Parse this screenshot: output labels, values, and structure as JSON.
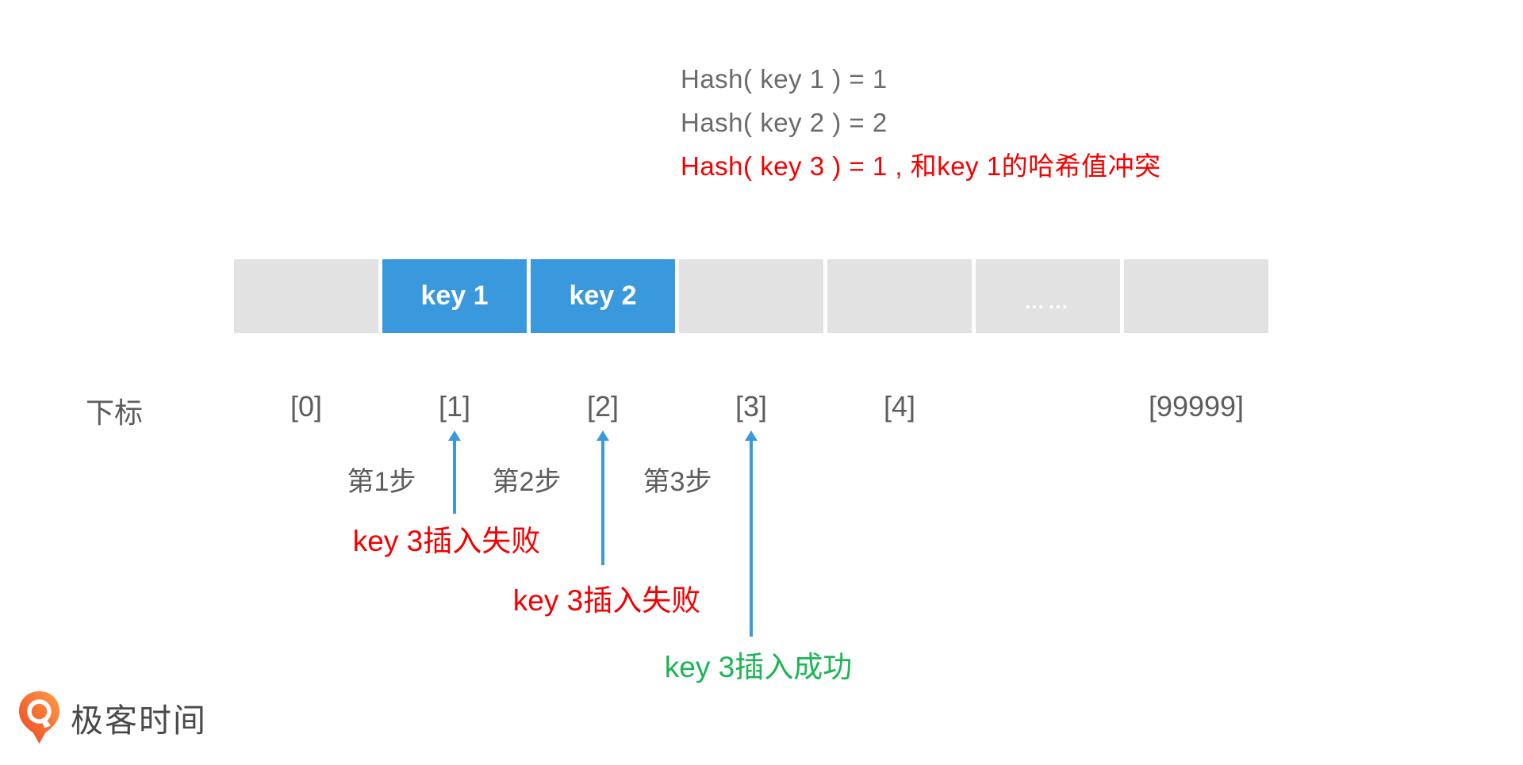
{
  "hash_lines": [
    {
      "text": "Hash( key 1 ) = 1"
    },
    {
      "text": "Hash( key 2 ) = 2"
    },
    {
      "text": "Hash( key 3 ) = 1 , 和key 1的哈希值冲突"
    }
  ],
  "array": {
    "cells": [
      {
        "label": "",
        "type": "empty"
      },
      {
        "label": "key 1",
        "type": "filled"
      },
      {
        "label": "key 2",
        "type": "filled"
      },
      {
        "label": "",
        "type": "empty"
      },
      {
        "label": "",
        "type": "empty"
      },
      {
        "label": "……",
        "type": "ellipsis"
      },
      {
        "label": "",
        "type": "empty"
      }
    ]
  },
  "index_row": {
    "title": "下标",
    "labels": [
      "[0]",
      "[1]",
      "[2]",
      "[3]",
      "[4]",
      "[99999]"
    ]
  },
  "steps": [
    "第1步",
    "第2步",
    "第3步"
  ],
  "annotations": [
    {
      "text": "key 3插入失败",
      "status": "fail"
    },
    {
      "text": "key 3插入失败",
      "status": "fail"
    },
    {
      "text": "key 3插入成功",
      "status": "success"
    }
  ],
  "logo": {
    "text": "极客时间"
  },
  "colors": {
    "filled_cell_blue": "#3a99dc",
    "empty_cell_gray": "#e2e2e2",
    "arrow_blue": "#3a99dc",
    "fail_red": "#f40000",
    "success_green": "#1cb454",
    "formula_gray": "#6b6b6b",
    "label_gray": "#5d5d5d",
    "logo_orange_light": "#ff9e45",
    "logo_orange_dark": "#ec4323",
    "logo_text_gray": "#4a4a4a"
  }
}
